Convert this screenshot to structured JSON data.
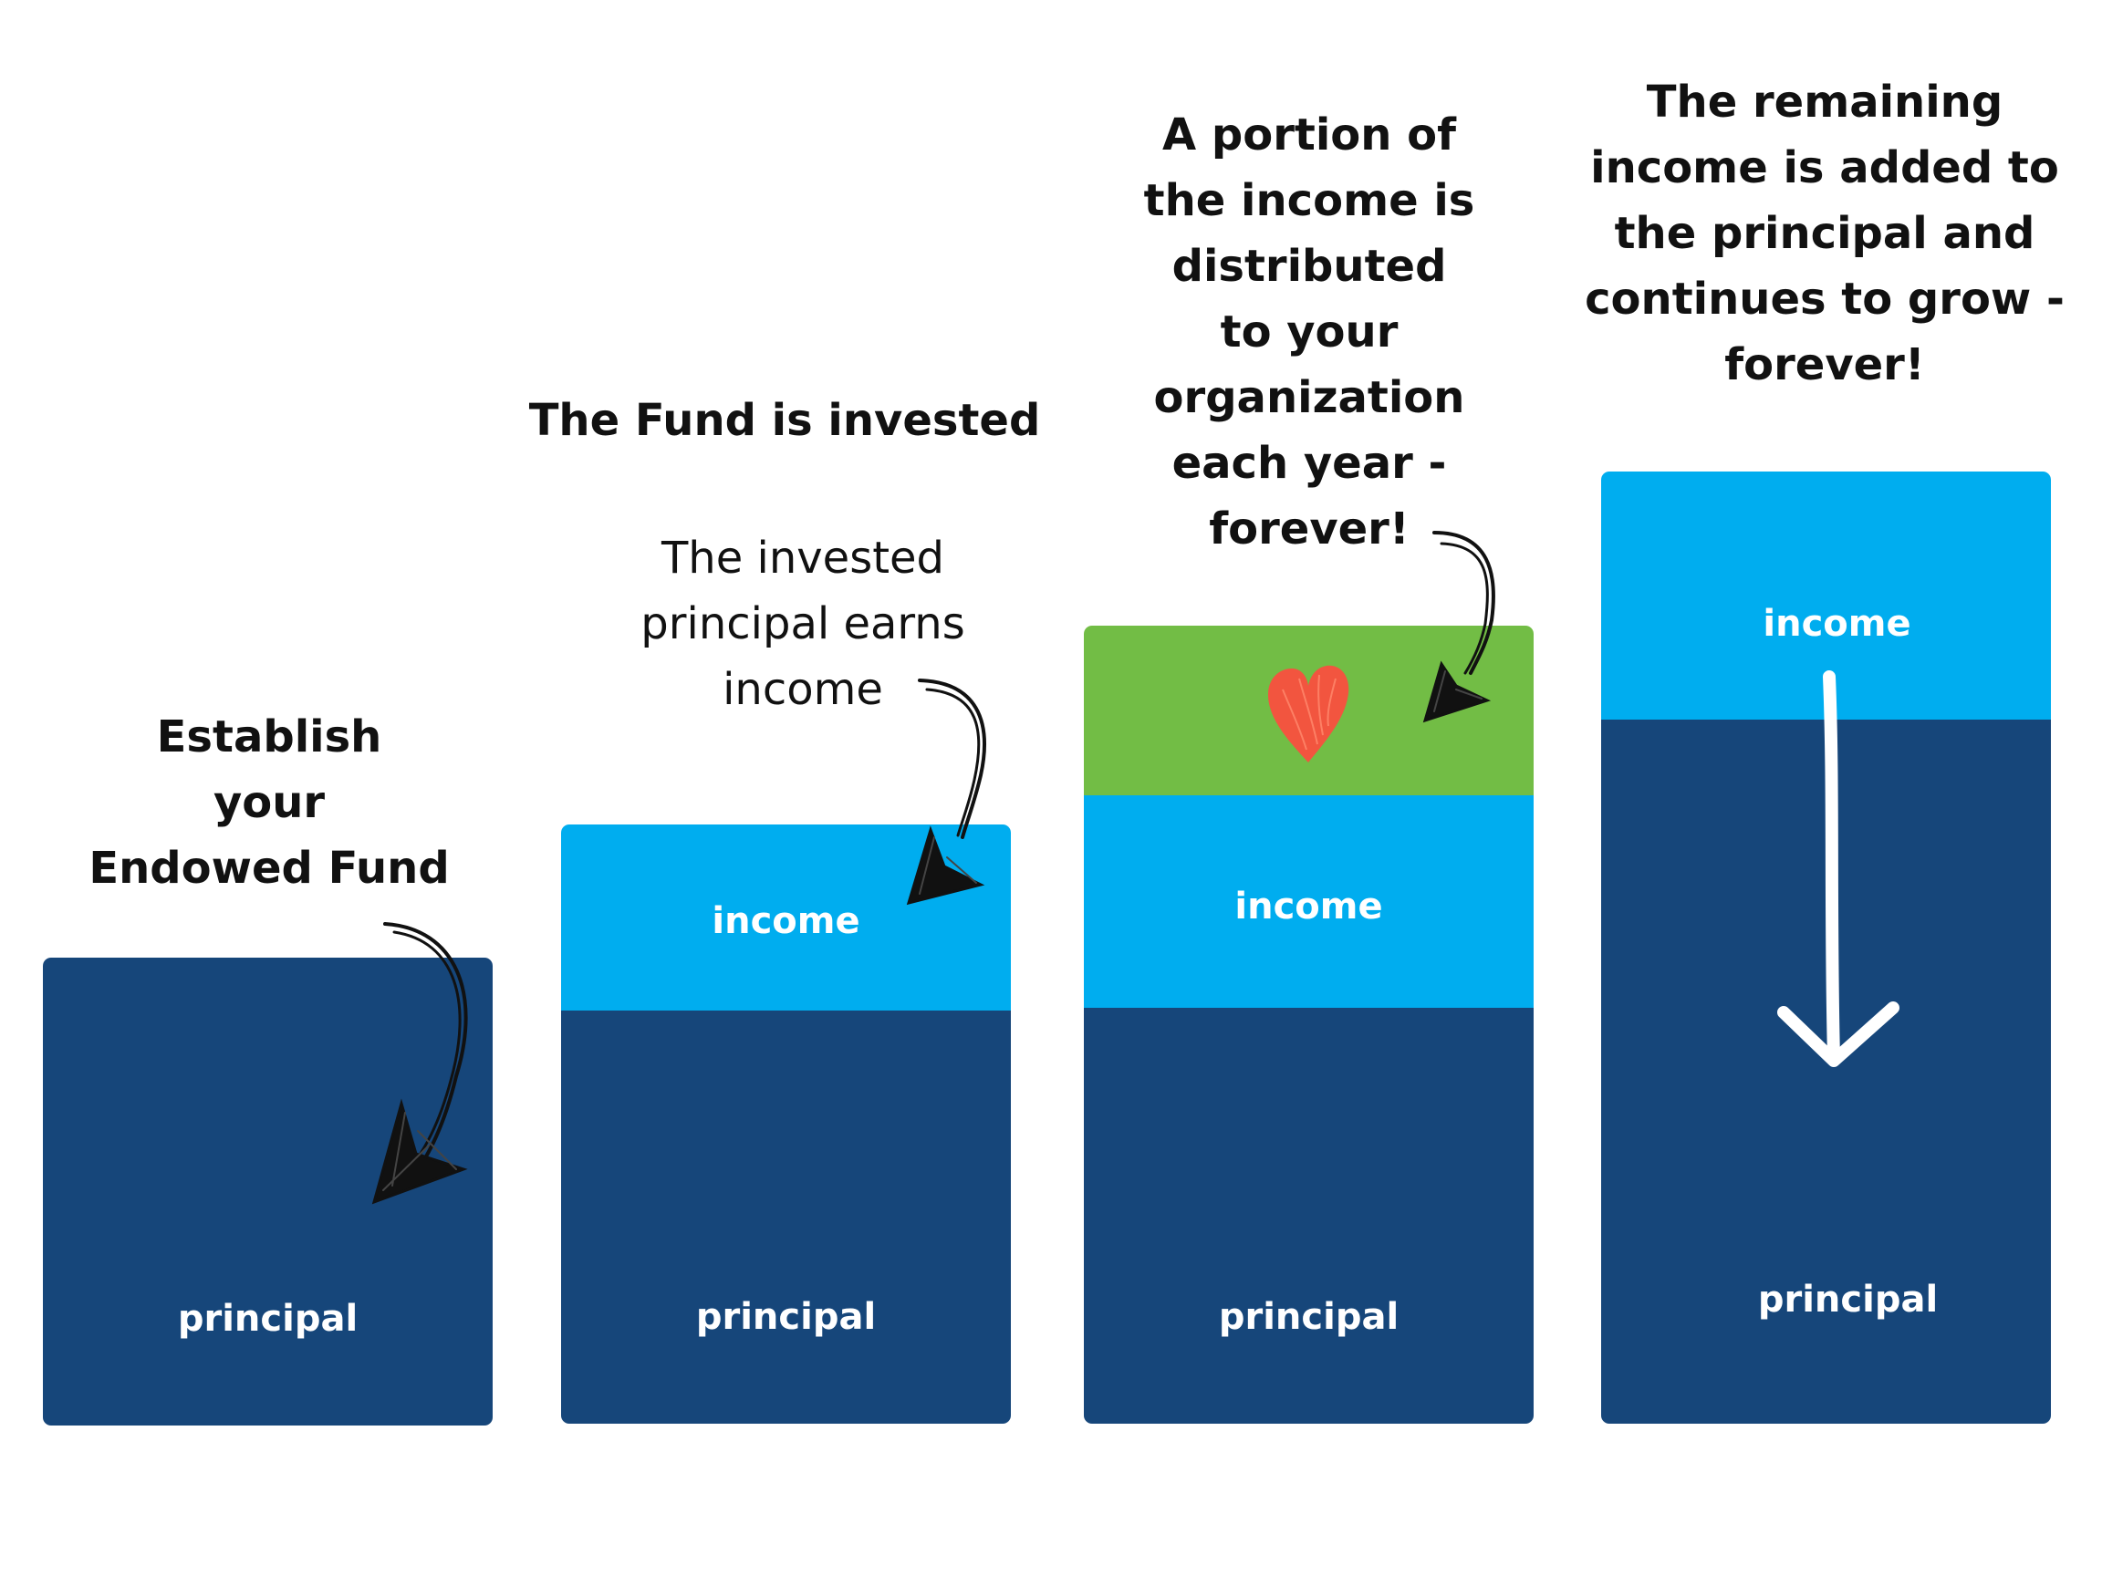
{
  "colors": {
    "principal": "#16467a",
    "income": "#00adef",
    "distribution": "#72bd45",
    "heart": "#f2553f",
    "text": "#111111"
  },
  "steps": [
    {
      "caption": "Establish\nyour\nEndowed Fund",
      "segments": {
        "principal": "principal"
      }
    },
    {
      "caption": "The Fund is invested",
      "note": "The invested\nprincipal earns\nincome",
      "segments": {
        "income": "income",
        "principal": "principal"
      }
    },
    {
      "caption": "A portion of\nthe income is\ndistributed\nto your\norganization\neach year -\nforever!",
      "segments": {
        "distribution_icon": "heart-icon",
        "income": "income",
        "principal": "principal"
      }
    },
    {
      "caption": "The remaining\nincome is added to\nthe principal and\ncontinues to grow -\nforever!",
      "segments": {
        "income": "income",
        "principal": "principal"
      },
      "arrow_icon": "down-arrow-icon"
    }
  ]
}
